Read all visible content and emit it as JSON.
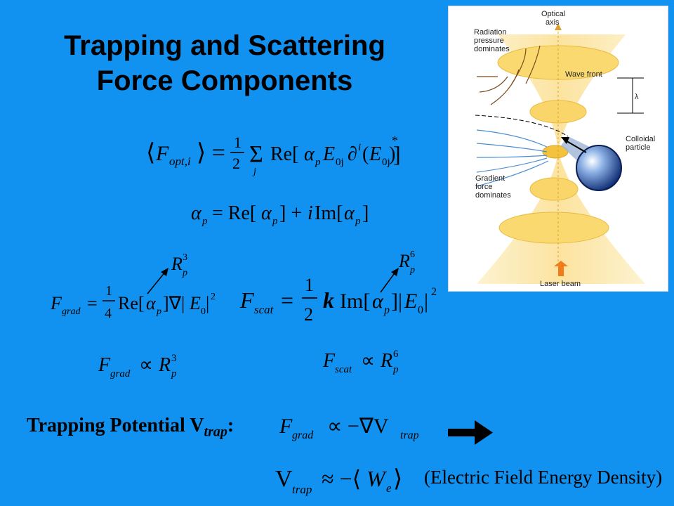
{
  "title": {
    "line1": "Trapping and Scattering",
    "line2": "Force Components"
  },
  "equations": {
    "optical_force": "⟨F_opt,i⟩ = ½ Σ_j Re[α_p E_0j ∂^i (E_0j)*]",
    "polarizability": "α_p = Re[α_p] + i Im[α_p]",
    "gradient_force": "F_grad = ¼ Re[α_p]∇|E_0|²",
    "scattering_force": "F_scat = ½ k Im[α_p]|E_0|²",
    "gradient_scaling": "F_grad ∝ R_p³",
    "scattering_scaling": "F_scat ∝ R_p⁶",
    "alpha_re_scaling": "R_p³",
    "alpha_im_scaling": "R_p⁶",
    "trap_relation": "F_grad ∝ −∇V_trap",
    "trap_potential": "V_trap ≈ −⟨W_e⟩",
    "energy_density_label": "(Electric Field Energy Density)"
  },
  "trapping_label": {
    "text": "Trapping Potential V",
    "sub": "trap",
    "colon": ":"
  },
  "figure": {
    "labels": {
      "optical_axis_1": "Optical",
      "optical_axis_2": "axis",
      "radiation_1": "Radiation",
      "radiation_2": "pressure",
      "radiation_3": "dominates",
      "wave_front": "Wave front",
      "lambda": "λ",
      "colloidal_1": "Colloidal",
      "colloidal_2": "particle",
      "gradient_1": "Gradient",
      "gradient_2": "force",
      "gradient_3": "dominates",
      "laser_beam": "Laser beam"
    }
  },
  "colors": {
    "background": "#1192f0",
    "beam_fill": "#fde9a6",
    "ellipse_fill": "#f9d56a",
    "arrow_orange": "#f07d1a"
  }
}
